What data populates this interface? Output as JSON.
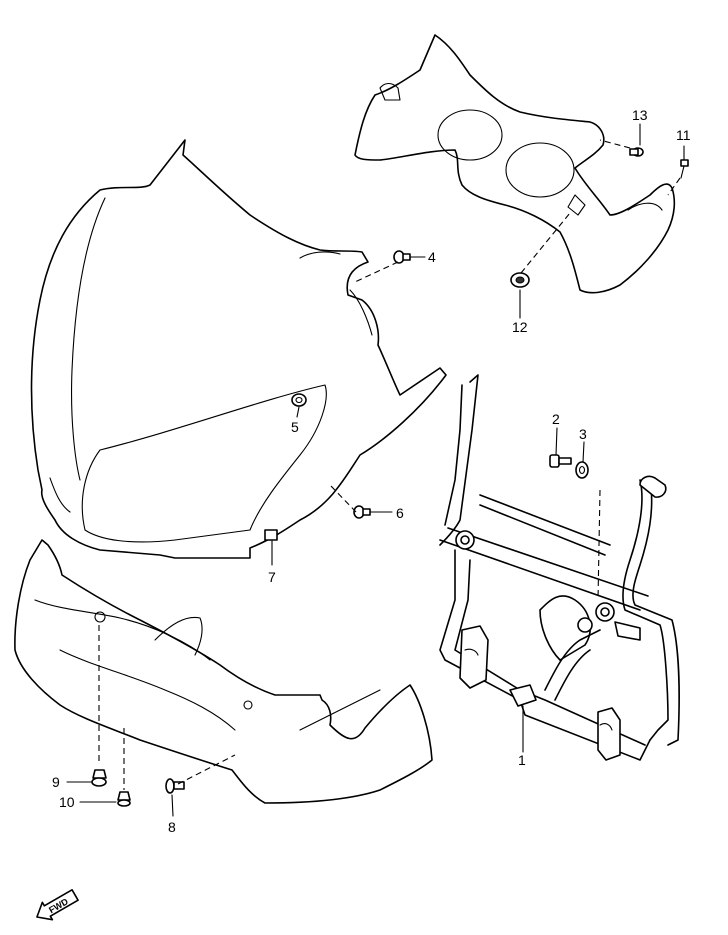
{
  "callouts": {
    "c1": "1",
    "c2": "2",
    "c3": "3",
    "c4": "4",
    "c5": "5",
    "c6": "6",
    "c7": "7",
    "c8": "8",
    "c9": "9",
    "c10": "10",
    "c11": "11",
    "c12": "12",
    "c13": "13"
  },
  "fwd_arrow": {
    "label": "FWD"
  }
}
